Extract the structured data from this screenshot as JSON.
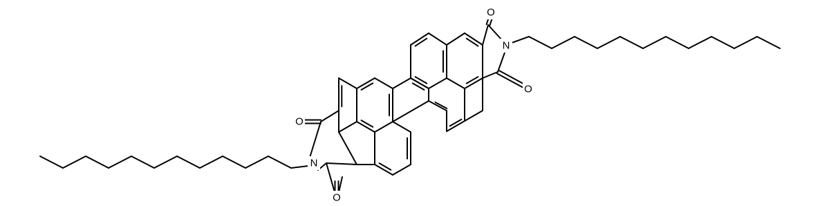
{
  "diagram": {
    "colors": {
      "bond": "#000000",
      "background": "#ffffff",
      "label": "#000000"
    },
    "atom_labels": {
      "o_top_right": "O",
      "n_right": "N",
      "o_right_lower": "O",
      "o_left_upper": "O",
      "n_left": "N",
      "o_bottom_left": "O"
    }
  }
}
